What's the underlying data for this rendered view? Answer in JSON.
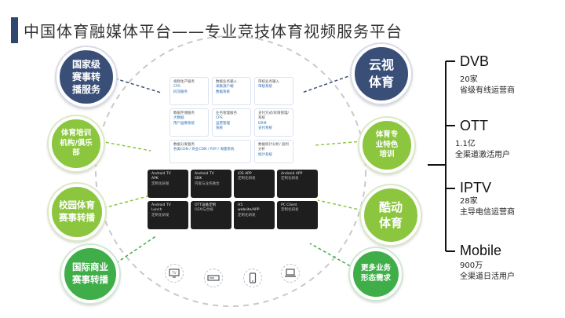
{
  "title": "中国体育融媒体平台——专业竞技体育视频服务平台",
  "left_bubbles": [
    {
      "text": "国家级\n赛事转\n播服务"
    },
    {
      "text": "体育培训\n机构/俱乐\n部"
    },
    {
      "text": "校园体育\n赛事转播"
    },
    {
      "text": "国际商业\n赛事转播"
    }
  ],
  "right_bubbles": [
    {
      "text": "云视\n体育"
    },
    {
      "text": "体育专\n业特色\n培训"
    },
    {
      "text": "酷动\n体育"
    },
    {
      "text": "更多业务\n形态需求"
    }
  ],
  "platform_modules": [
    {
      "name": "视频生产服务",
      "sub": "CPS\n码流服务"
    },
    {
      "name": "数据业务输入",
      "sub": "采集源户端\n数据系统"
    },
    {
      "name": "审核业务输入",
      "sub": "审核系统"
    },
    {
      "name": "数据存储服务",
      "sub": "大数据\n用户画像系统"
    },
    {
      "name": "业务管理服务",
      "sub": "CPS\n运营管理\n系统"
    },
    {
      "name": "支付方式/权限管理/系统",
      "sub": "DRM\n支付系统"
    },
    {
      "name": "数据分发服务",
      "sub": "各类CDN / 商业CDN / P2P / 海量系统"
    },
    {
      "name": "数据统计分析/ 盈利分析",
      "sub": "统计系统"
    }
  ],
  "client_modules": [
    {
      "name": "Android TV\nAPK",
      "sub": "定制化研发"
    },
    {
      "name": "Android TV\nSDK",
      "sub": "内嵌与业务融合"
    },
    {
      "name": "iOS APP",
      "sub": "定制化研发"
    },
    {
      "name": "Android APP",
      "sub": "定制化研发"
    },
    {
      "name": "Android TV\nLunch",
      "sub": "定制化研发"
    },
    {
      "name": "OTT设备定制",
      "sub": "OEM与合规"
    },
    {
      "name": "H5\nwebsite/APP",
      "sub": "定制化研发"
    },
    {
      "name": "PC Client",
      "sub": "定制化研发"
    }
  ],
  "devices": [
    "tv-icon",
    "set-top-box-icon",
    "phone-icon",
    "laptop-icon"
  ],
  "stats": [
    {
      "head": "DVB",
      "line1": "20家",
      "line2": "省级有线运营商"
    },
    {
      "head": "OTT",
      "line1": "1.1亿",
      "line2": "全渠道激活用户"
    },
    {
      "head": "IPTV",
      "line1": "28家",
      "line2": "主导电信运营商"
    },
    {
      "head": "Mobile",
      "line1": "900万",
      "line2": "全渠道日活用户"
    }
  ],
  "colors": {
    "navy": "#3a4f78",
    "light_green": "#8cc63f",
    "dark_green": "#3fae49",
    "title_bar": "#2e4770"
  }
}
